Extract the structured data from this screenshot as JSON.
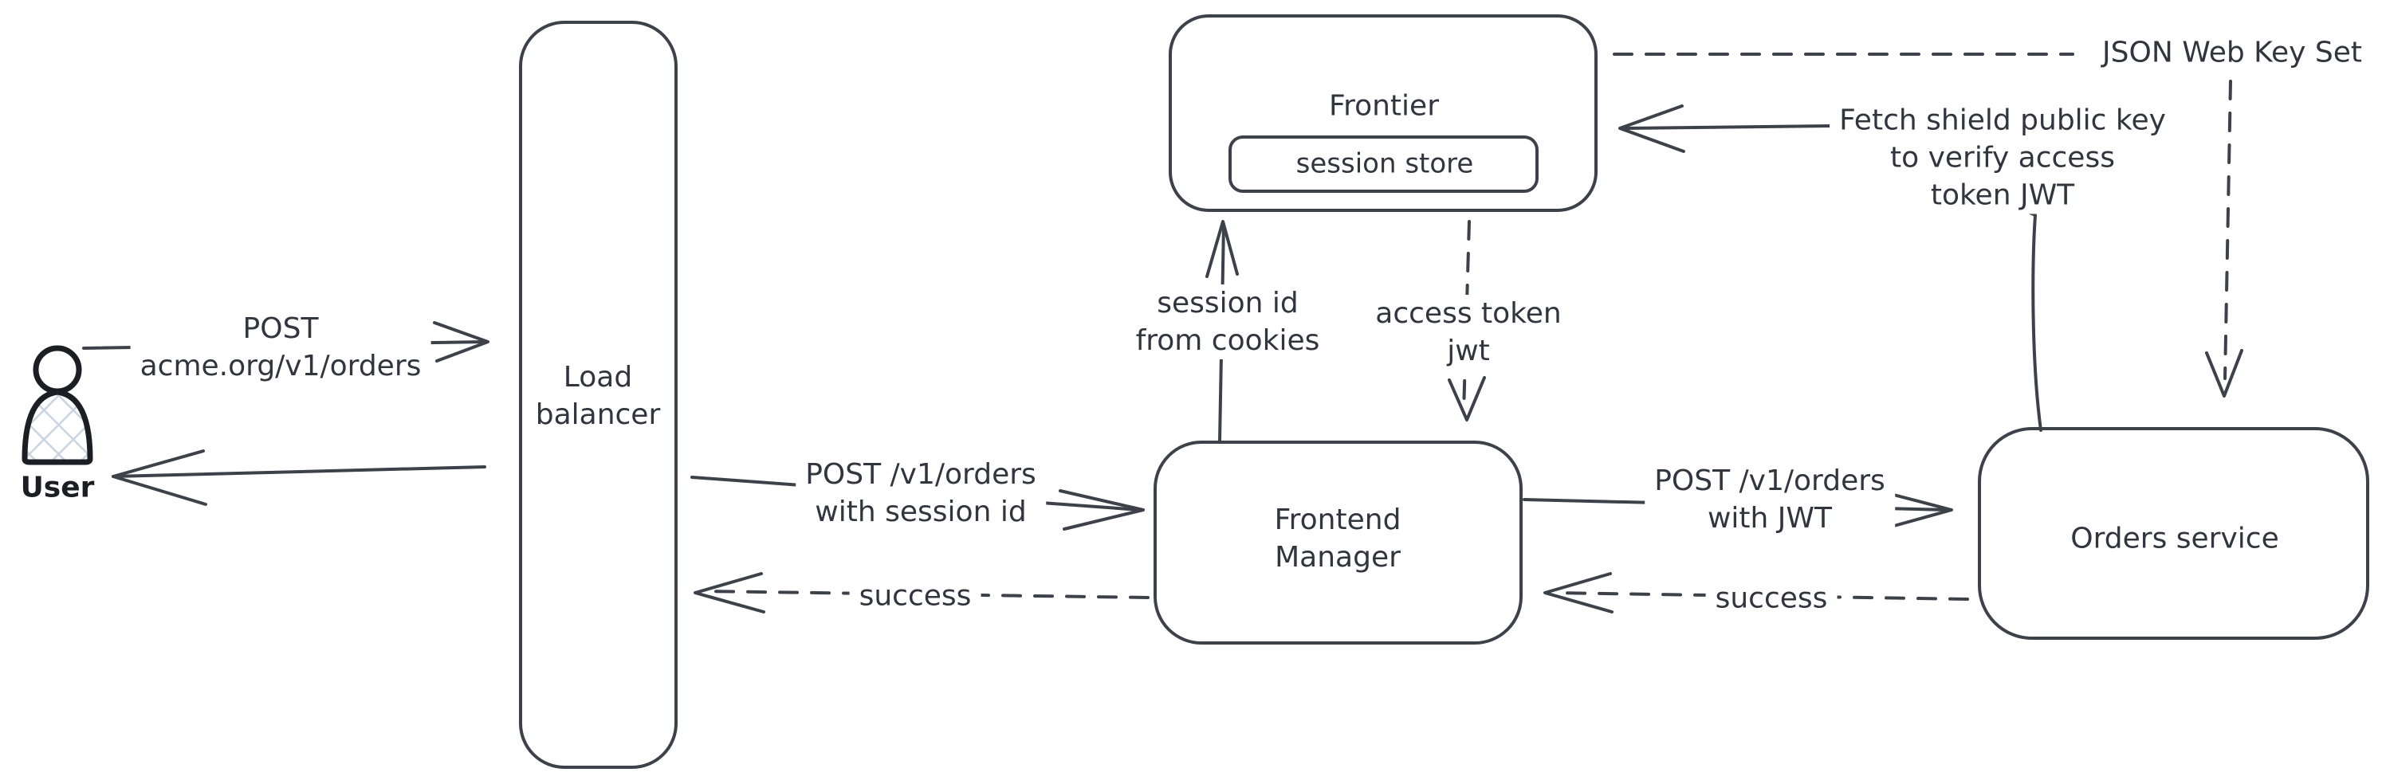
{
  "diagram_title": "",
  "theme": {
    "background": "#ffffff",
    "stroke_color": "#3d424a",
    "text_color": "#31363e",
    "user_icon_stroke": "#1b1e23",
    "user_icon_hatch_fill": "#c9d4e0"
  },
  "nodes": {
    "user": {
      "label": "User"
    },
    "load_balancer": {
      "line1": "Load",
      "line2": "balancer"
    },
    "frontier": {
      "label": "Frontier",
      "session_store_label": "session store"
    },
    "frontend_manager": {
      "line1": "Frontend",
      "line2": "Manager"
    },
    "orders_service": {
      "label": "Orders service"
    }
  },
  "edges": {
    "user_to_lb": {
      "line1": "POST",
      "line2": "acme.org/v1/orders"
    },
    "lb_to_fm": {
      "line1": "POST /v1/orders",
      "line2": "with session id"
    },
    "fm_to_lb_success": {
      "label": "success"
    },
    "fm_to_frontier": {
      "line1": "session id",
      "line2": "from cookies"
    },
    "frontier_to_fm": {
      "line1": "access token",
      "line2": "jwt"
    },
    "fm_to_orders": {
      "line1": "POST /v1/orders",
      "line2": "with JWT"
    },
    "orders_to_fm_success": {
      "label": "success"
    },
    "orders_to_frontier": {
      "line1": "Fetch shield public key",
      "line2": "to verify access",
      "line3": "token JWT"
    },
    "jwks": {
      "label": "JSON Web Key Set"
    }
  }
}
